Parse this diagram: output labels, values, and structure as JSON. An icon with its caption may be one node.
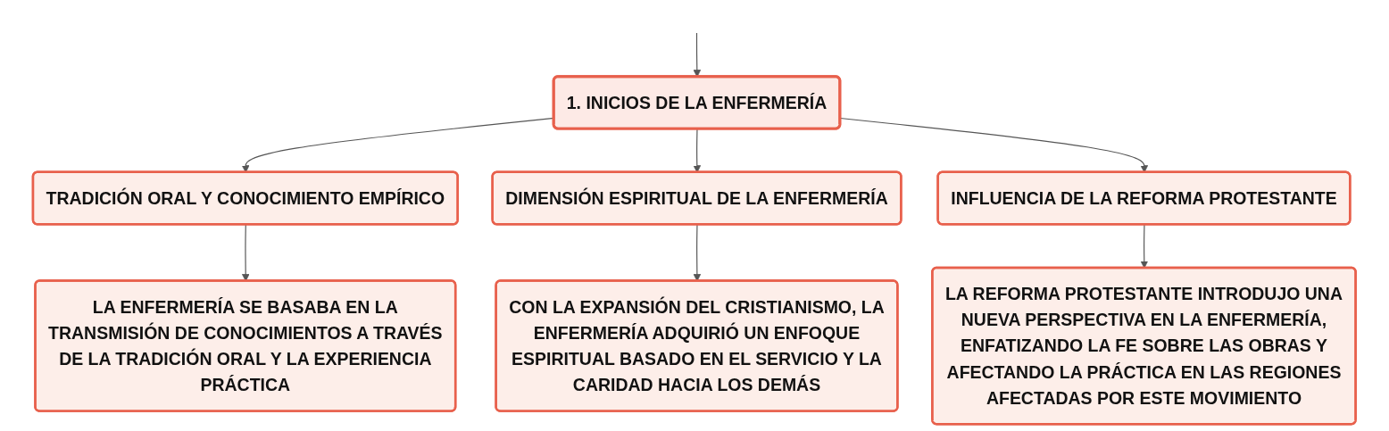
{
  "diagram": {
    "nodes": [
      {
        "text": [
          "1. INICIOS DE LA ENFERMERÍA"
        ]
      },
      {
        "text": [
          "TRADICIÓN ORAL Y CONOCIMIENTO EMPÍRICO"
        ]
      },
      {
        "text": [
          "DIMENSIÓN ESPIRITUAL DE LA ENFERMERÍA"
        ]
      },
      {
        "text": [
          "INFLUENCIA DE LA REFORMA PROTESTANTE"
        ]
      },
      {
        "text": [
          "LA ENFERMERÍA SE BASABA EN LA TRANSMISIÓN DE CONOCIMIENTOS A TRAVÉS DE LA TRADICIÓN ORAL Y LA EXPERIENCIA PRÁCTICA"
        ]
      },
      {
        "text": [
          "CON LA EXPANSIÓN DEL CRISTIANISMO, LA ENFERMERÍA ADQUIRIÓ UN ENFOQUE ESPIRITUAL BASADO EN EL SERVICIO Y LA CARIDAD HACIA LOS DEMÁS"
        ]
      },
      {
        "text": [
          "LA REFORMA PROTESTANTE INTRODUJO UNA NUEVA PERSPECTIVA EN LA ENFERMERÍA, ENFATIZANDO LA FE SOBRE LAS OBRAS Y AFECTANDO LA PRÁCTICA EN LAS REGIONES AFECTADAS POR ESTE MOVIMIENTO"
        ]
      }
    ],
    "edges": [
      {
        "from": null,
        "to": 0,
        "arrow": "to"
      },
      {
        "from": 0,
        "to": 1,
        "arrow": "to"
      },
      {
        "from": 0,
        "to": 2,
        "arrow": "to"
      },
      {
        "from": 0,
        "to": 3,
        "arrow": "to"
      },
      {
        "from": 1,
        "to": 4,
        "arrow": "to"
      },
      {
        "from": 2,
        "to": 5,
        "arrow": "to"
      },
      {
        "from": 3,
        "to": 6,
        "arrow": "to"
      }
    ]
  }
}
